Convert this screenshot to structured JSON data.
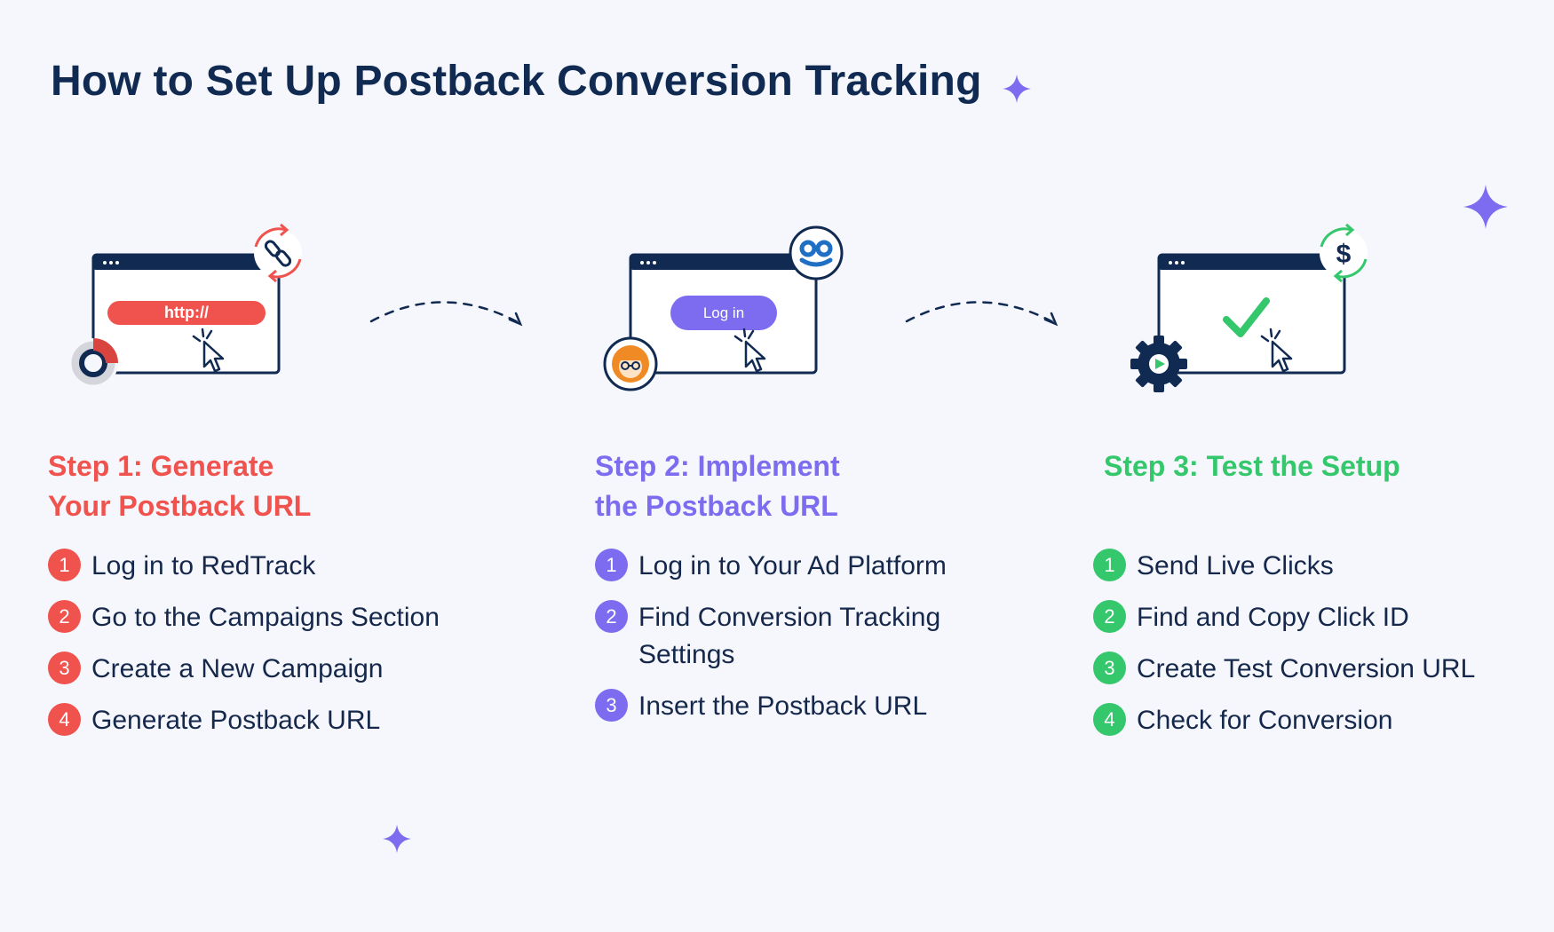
{
  "page": {
    "title": "How to Set Up Postback Conversion Tracking"
  },
  "colors": {
    "navy": "#102a52",
    "red": "#f0524d",
    "purple": "#7d6cf0",
    "green": "#34c76b",
    "orange": "#f08a24",
    "background": "#f6f7fc"
  },
  "illustrations": {
    "step1": {
      "url_bar_text": "http://"
    },
    "step2": {
      "button_text": "Log in"
    }
  },
  "steps": [
    {
      "title_line1": "Step 1: Generate",
      "title_line2": "Your Postback URL",
      "items": [
        {
          "num": "1",
          "text": "Log in to RedTrack"
        },
        {
          "num": "2",
          "text": "Go to the Campaigns Section"
        },
        {
          "num": "3",
          "text": "Create a New Campaign"
        },
        {
          "num": "4",
          "text": "Generate Postback URL"
        }
      ]
    },
    {
      "title_line1": "Step 2: Implement",
      "title_line2": "the Postback URL",
      "items": [
        {
          "num": "1",
          "text": "Log in to Your Ad Platform"
        },
        {
          "num": "2",
          "text": "Find Conversion Tracking Settings"
        },
        {
          "num": "3",
          "text": "Insert the Postback URL"
        }
      ]
    },
    {
      "title_line1": "Step 3: Test the Setup",
      "title_line2": "",
      "items": [
        {
          "num": "1",
          "text": "Send Live Clicks"
        },
        {
          "num": "2",
          "text": "Find and Copy Click ID"
        },
        {
          "num": "3",
          "text": "Create Test Conversion URL"
        },
        {
          "num": "4",
          "text": "Check for Conversion"
        }
      ]
    }
  ]
}
